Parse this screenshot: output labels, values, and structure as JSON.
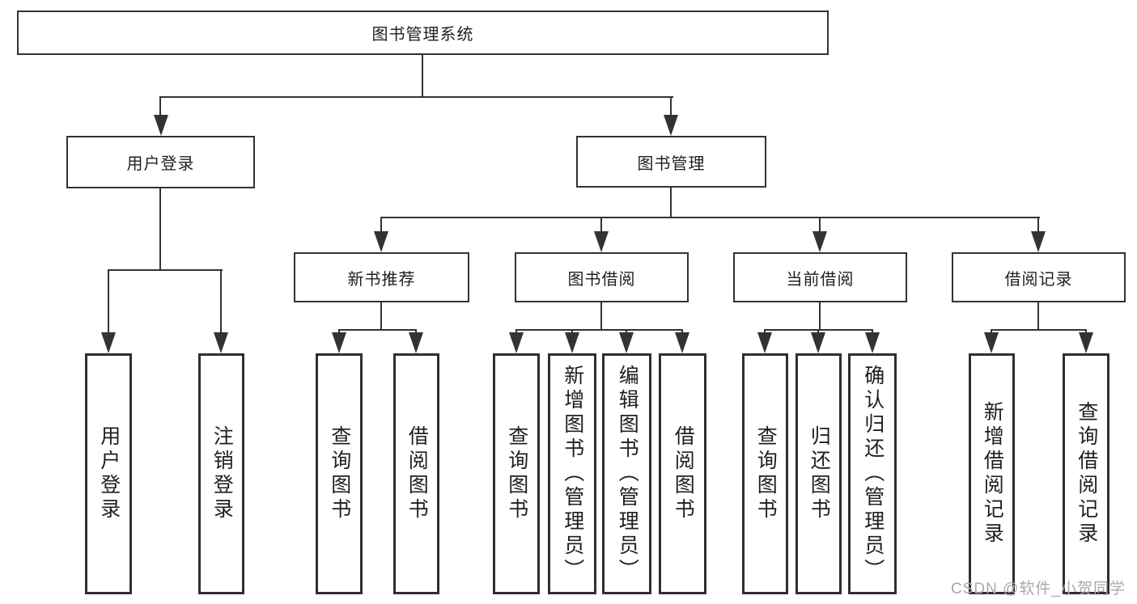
{
  "colors": {
    "background": "#ffffff",
    "line": "#333333",
    "box_border": "#333333",
    "text": "#1f1f1f",
    "watermark": "#a9a9a9"
  },
  "watermark": "CSDN @软件_小贺同学",
  "tree": {
    "root": "图书管理系统",
    "user_login": {
      "label": "用户登录",
      "children": {
        "login": "用户登录",
        "logout": "注销登录"
      }
    },
    "book_mgmt": {
      "label": "图书管理",
      "new_book_rec": {
        "label": "新书推荐",
        "children": {
          "query": "查询图书",
          "borrow": "借阅图书"
        }
      },
      "book_borrow": {
        "label": "图书借阅",
        "children": {
          "query": "查询图书",
          "add": "新增图书（管理员）",
          "edit": "编辑图书（管理员）",
          "borrow": "借阅图书"
        }
      },
      "current_borrow": {
        "label": "当前借阅",
        "children": {
          "query": "查询图书",
          "return": "归还图书",
          "confirm": "确认归还（管理员）"
        }
      },
      "borrow_record": {
        "label": "借阅记录",
        "children": {
          "add": "新增借阅记录",
          "query": "查询借阅记录"
        }
      }
    }
  }
}
